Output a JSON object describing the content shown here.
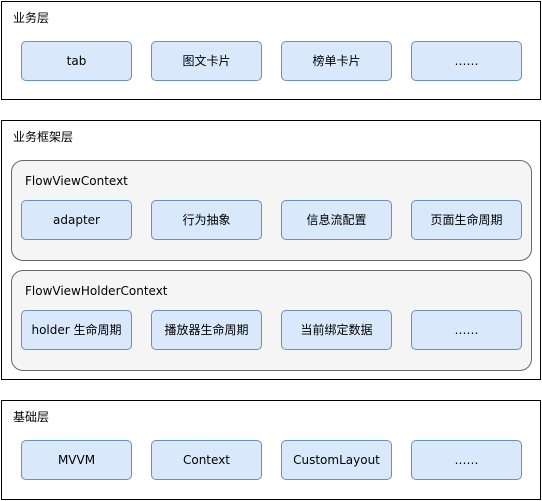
{
  "business_layer": {
    "title": "业务层",
    "items": [
      "tab",
      "图文卡片",
      "榜单卡片",
      "……"
    ]
  },
  "framework_layer": {
    "title": "业务框架层",
    "flow_view_context": {
      "title": "FlowViewContext",
      "items": [
        "adapter",
        "行为抽象",
        "信息流配置",
        "页面生命周期"
      ]
    },
    "flow_view_holder_context": {
      "title": "FlowViewHolderContext",
      "items": [
        "holder 生命周期",
        "播放器生命周期",
        "当前绑定数据",
        "……"
      ]
    }
  },
  "base_layer": {
    "title": "基础层",
    "items": [
      "MVVM",
      "Context",
      "CustomLayout",
      "……"
    ]
  }
}
